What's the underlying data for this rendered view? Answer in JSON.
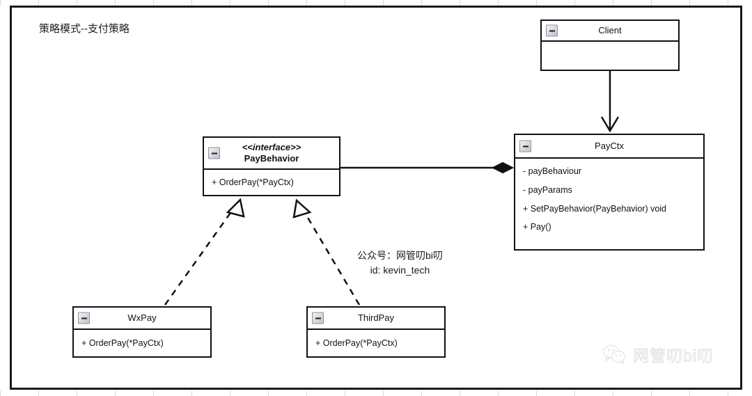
{
  "diagram": {
    "title": "策略模式--支付策略",
    "type": "uml-class-diagram",
    "background_color": "#ffffff",
    "frame_color": "#1a1a1a",
    "classes": [
      {
        "id": "client",
        "name": "Client",
        "stereotype": "",
        "collapse_icon": "minus-icon",
        "members": []
      },
      {
        "id": "paybehavior",
        "name": "PayBehavior",
        "stereotype": "<<interface>>",
        "collapse_icon": "minus-icon",
        "members": [
          "+ OrderPay(*PayCtx)"
        ]
      },
      {
        "id": "payctx",
        "name": "PayCtx",
        "stereotype": "",
        "collapse_icon": "minus-icon",
        "members": [
          "- payBehaviour",
          "- payParams",
          "+ SetPayBehavior(PayBehavior) void",
          "+ Pay()"
        ]
      },
      {
        "id": "wxpay",
        "name": "WxPay",
        "stereotype": "",
        "collapse_icon": "minus-icon",
        "members": [
          "+ OrderPay(*PayCtx)"
        ]
      },
      {
        "id": "thirdpay",
        "name": "ThirdPay",
        "stereotype": "",
        "collapse_icon": "minus-icon",
        "members": [
          "+ OrderPay(*PayCtx)"
        ]
      }
    ],
    "relations": [
      {
        "from": "client",
        "to": "payctx",
        "kind": "association",
        "arrow": "open-arrow",
        "line": "solid"
      },
      {
        "from": "paybehavior",
        "to": "payctx",
        "kind": "composition",
        "arrow": "filled-diamond",
        "line": "solid"
      },
      {
        "from": "wxpay",
        "to": "paybehavior",
        "kind": "realization",
        "arrow": "hollow-triangle",
        "line": "dashed"
      },
      {
        "from": "thirdpay",
        "to": "paybehavior",
        "kind": "realization",
        "arrow": "hollow-triangle",
        "line": "dashed"
      }
    ]
  },
  "watermark": {
    "note_line1": "公众号：网管叨bi叨",
    "note_line2": "id: kevin_tech",
    "brand_text": "网管叨bi叨",
    "brand_icon": "wechat-icon"
  }
}
